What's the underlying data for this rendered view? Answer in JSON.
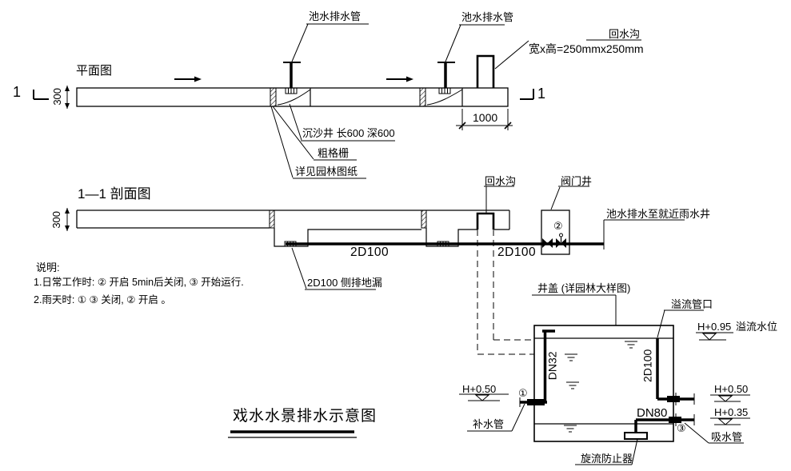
{
  "colors": {
    "line": "#000000",
    "background": "#ffffff"
  },
  "plan": {
    "title": "平面图",
    "drain_pipe_label_1": "池水排水管",
    "drain_pipe_label_2": "池水排水管",
    "return_trench_label": "回水沟",
    "return_trench_size": "宽x高=250mmx250mm",
    "dim_1000": "1000",
    "dim_300": "300",
    "section_mark_left": "1",
    "section_mark_right": "1",
    "sand_well_label": "沉沙井 长600 深600",
    "coarse_screen_label": "粗格栅",
    "see_landscape_label": "详见园林图纸"
  },
  "section": {
    "title": "1—1 剖面图",
    "dim_300": "300",
    "pipe_label_1": "2D100",
    "pipe_label_2": "2D100",
    "side_drain_label": "2D100 侧排地漏",
    "return_trench_label": "回水沟",
    "valve_well_label": "阀门井",
    "valve_number": "②",
    "discharge_label": "池水排水至就近雨水井"
  },
  "notes": {
    "title": "说明:",
    "line1": "1.日常工作时: ② 开启 5min后关闭, ③ 开始运行.",
    "line2": "2.雨天时: ① ③ 关闭, ② 开启 。"
  },
  "tank": {
    "cover_label": "井盖 (详园林大样图)",
    "overflow_port_label": "溢流管口",
    "overflow_level": "H+0.95",
    "overflow_level_suffix": "溢流水位",
    "level_left": "H+0.50",
    "level_right_upper": "H+0.50",
    "level_right_lower": "H+0.35",
    "makeup_pipe_label": "补水管",
    "suction_pipe_label": "吸水管",
    "vortex_label": "旋流防止器",
    "dn32": "DN32",
    "dn100": "2D100",
    "dn80": "DN80",
    "num1": "①",
    "num3": "③"
  },
  "main_title": "戏水水景排水示意图"
}
